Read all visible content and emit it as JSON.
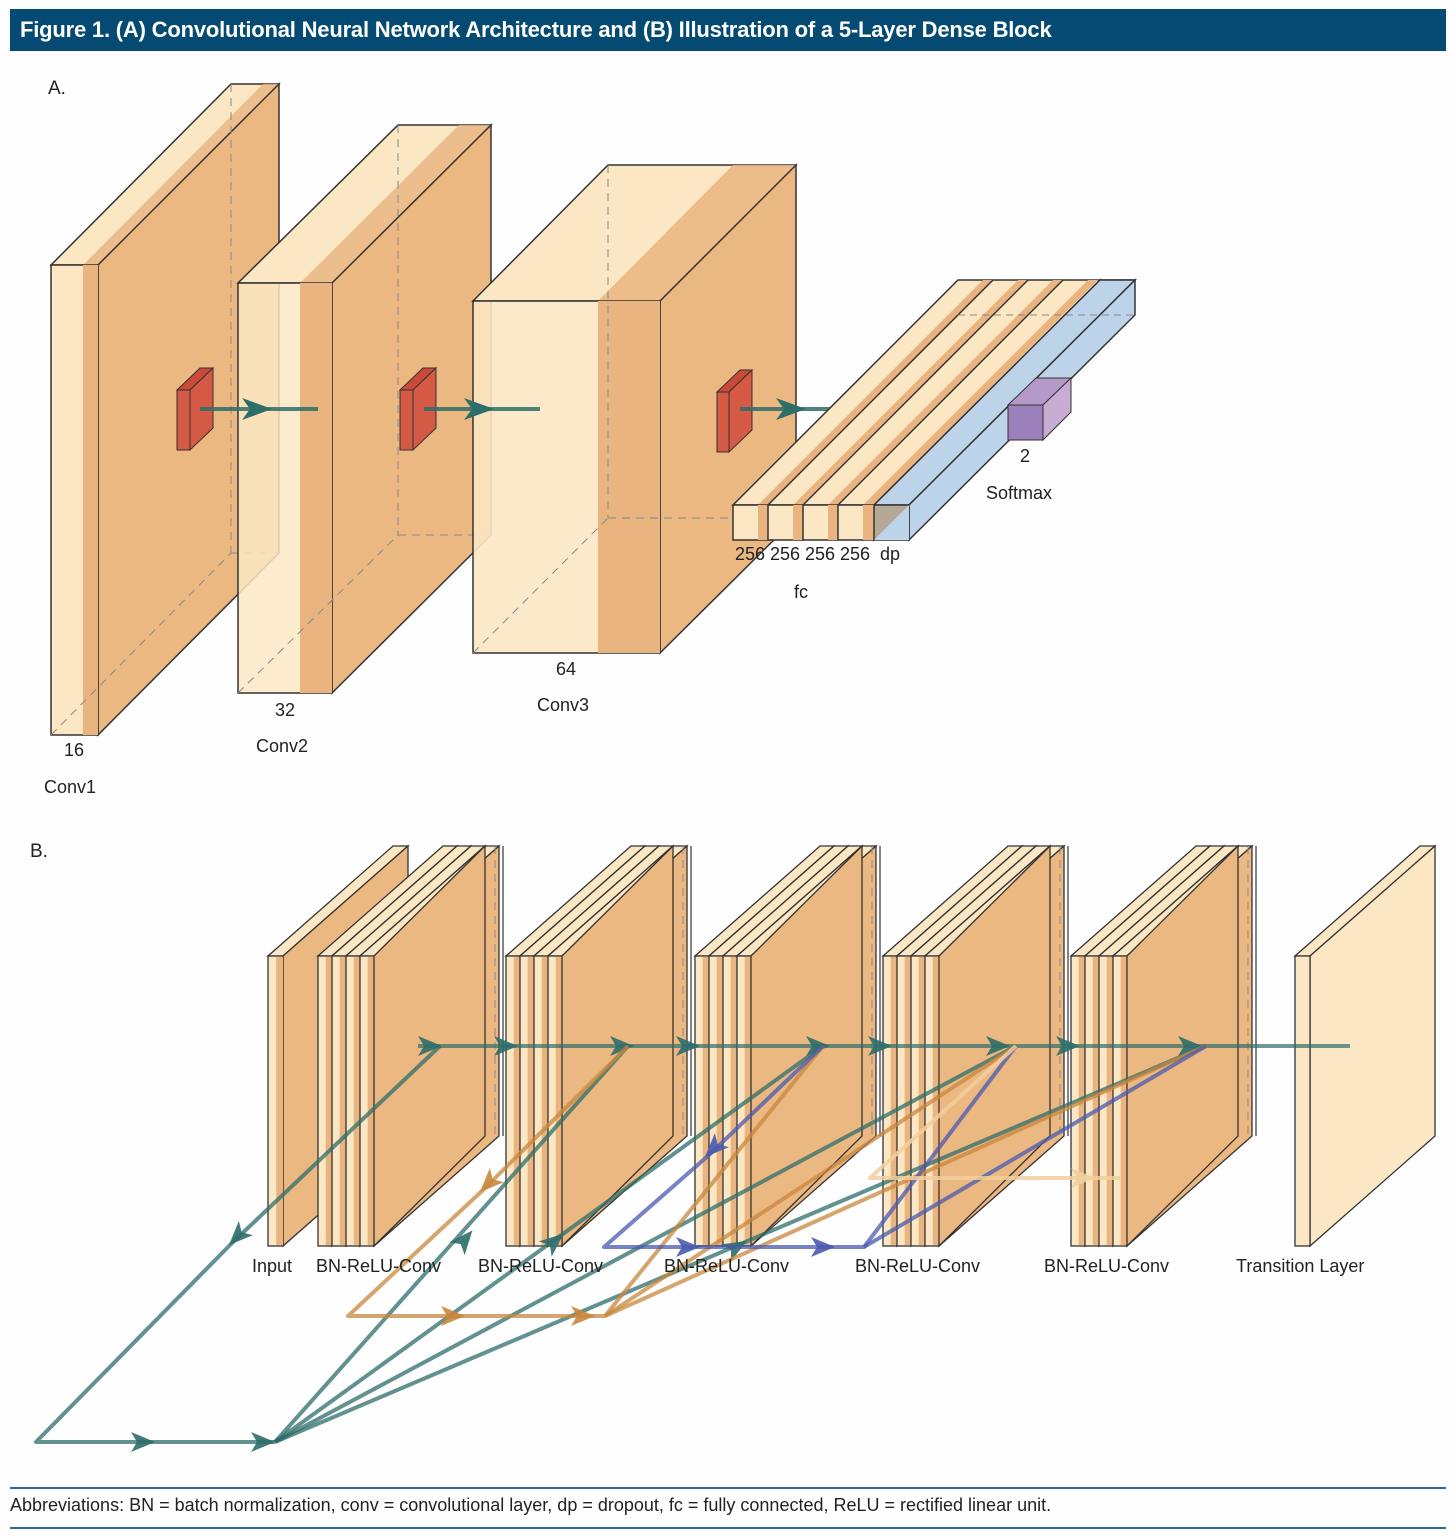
{
  "figure": {
    "title": "Figure 1. (A) Convolutional Neural Network Architecture and (B) Illustration of a 5-Layer Dense Block",
    "abbreviations": "Abbreviations: BN = batch normalization, conv = convolutional layer, dp = dropout, fc = fully connected, ReLU = rectified linear unit."
  },
  "panel_a": {
    "label": "A.",
    "layers": [
      {
        "name": "Conv1",
        "size": "16"
      },
      {
        "name": "Conv2",
        "size": "32"
      },
      {
        "name": "Conv3",
        "size": "64"
      }
    ],
    "fc": {
      "name": "fc",
      "units": [
        "256",
        "256",
        "256",
        "256"
      ],
      "dropout": "dp"
    },
    "softmax": {
      "name": "Softmax",
      "size": "2"
    }
  },
  "panel_b": {
    "label": "B.",
    "layers": [
      "Input",
      "BN-ReLU-Conv",
      "BN-ReLU-Conv",
      "BN-ReLU-Conv",
      "BN-ReLU-Conv",
      "BN-ReLU-Conv",
      "Transition Layer"
    ]
  },
  "colors": {
    "header": "#054a72",
    "light_slab": "#fce7c4",
    "dark_slab": "#e9b47f",
    "kernel": "#d45a45",
    "teal_arrow": "#2e6e6a",
    "orange_arrow": "#c8873c",
    "blue_arrow": "#4a5ab0",
    "dropout": "#bcd3ea",
    "softmax": "#a98bc0"
  }
}
